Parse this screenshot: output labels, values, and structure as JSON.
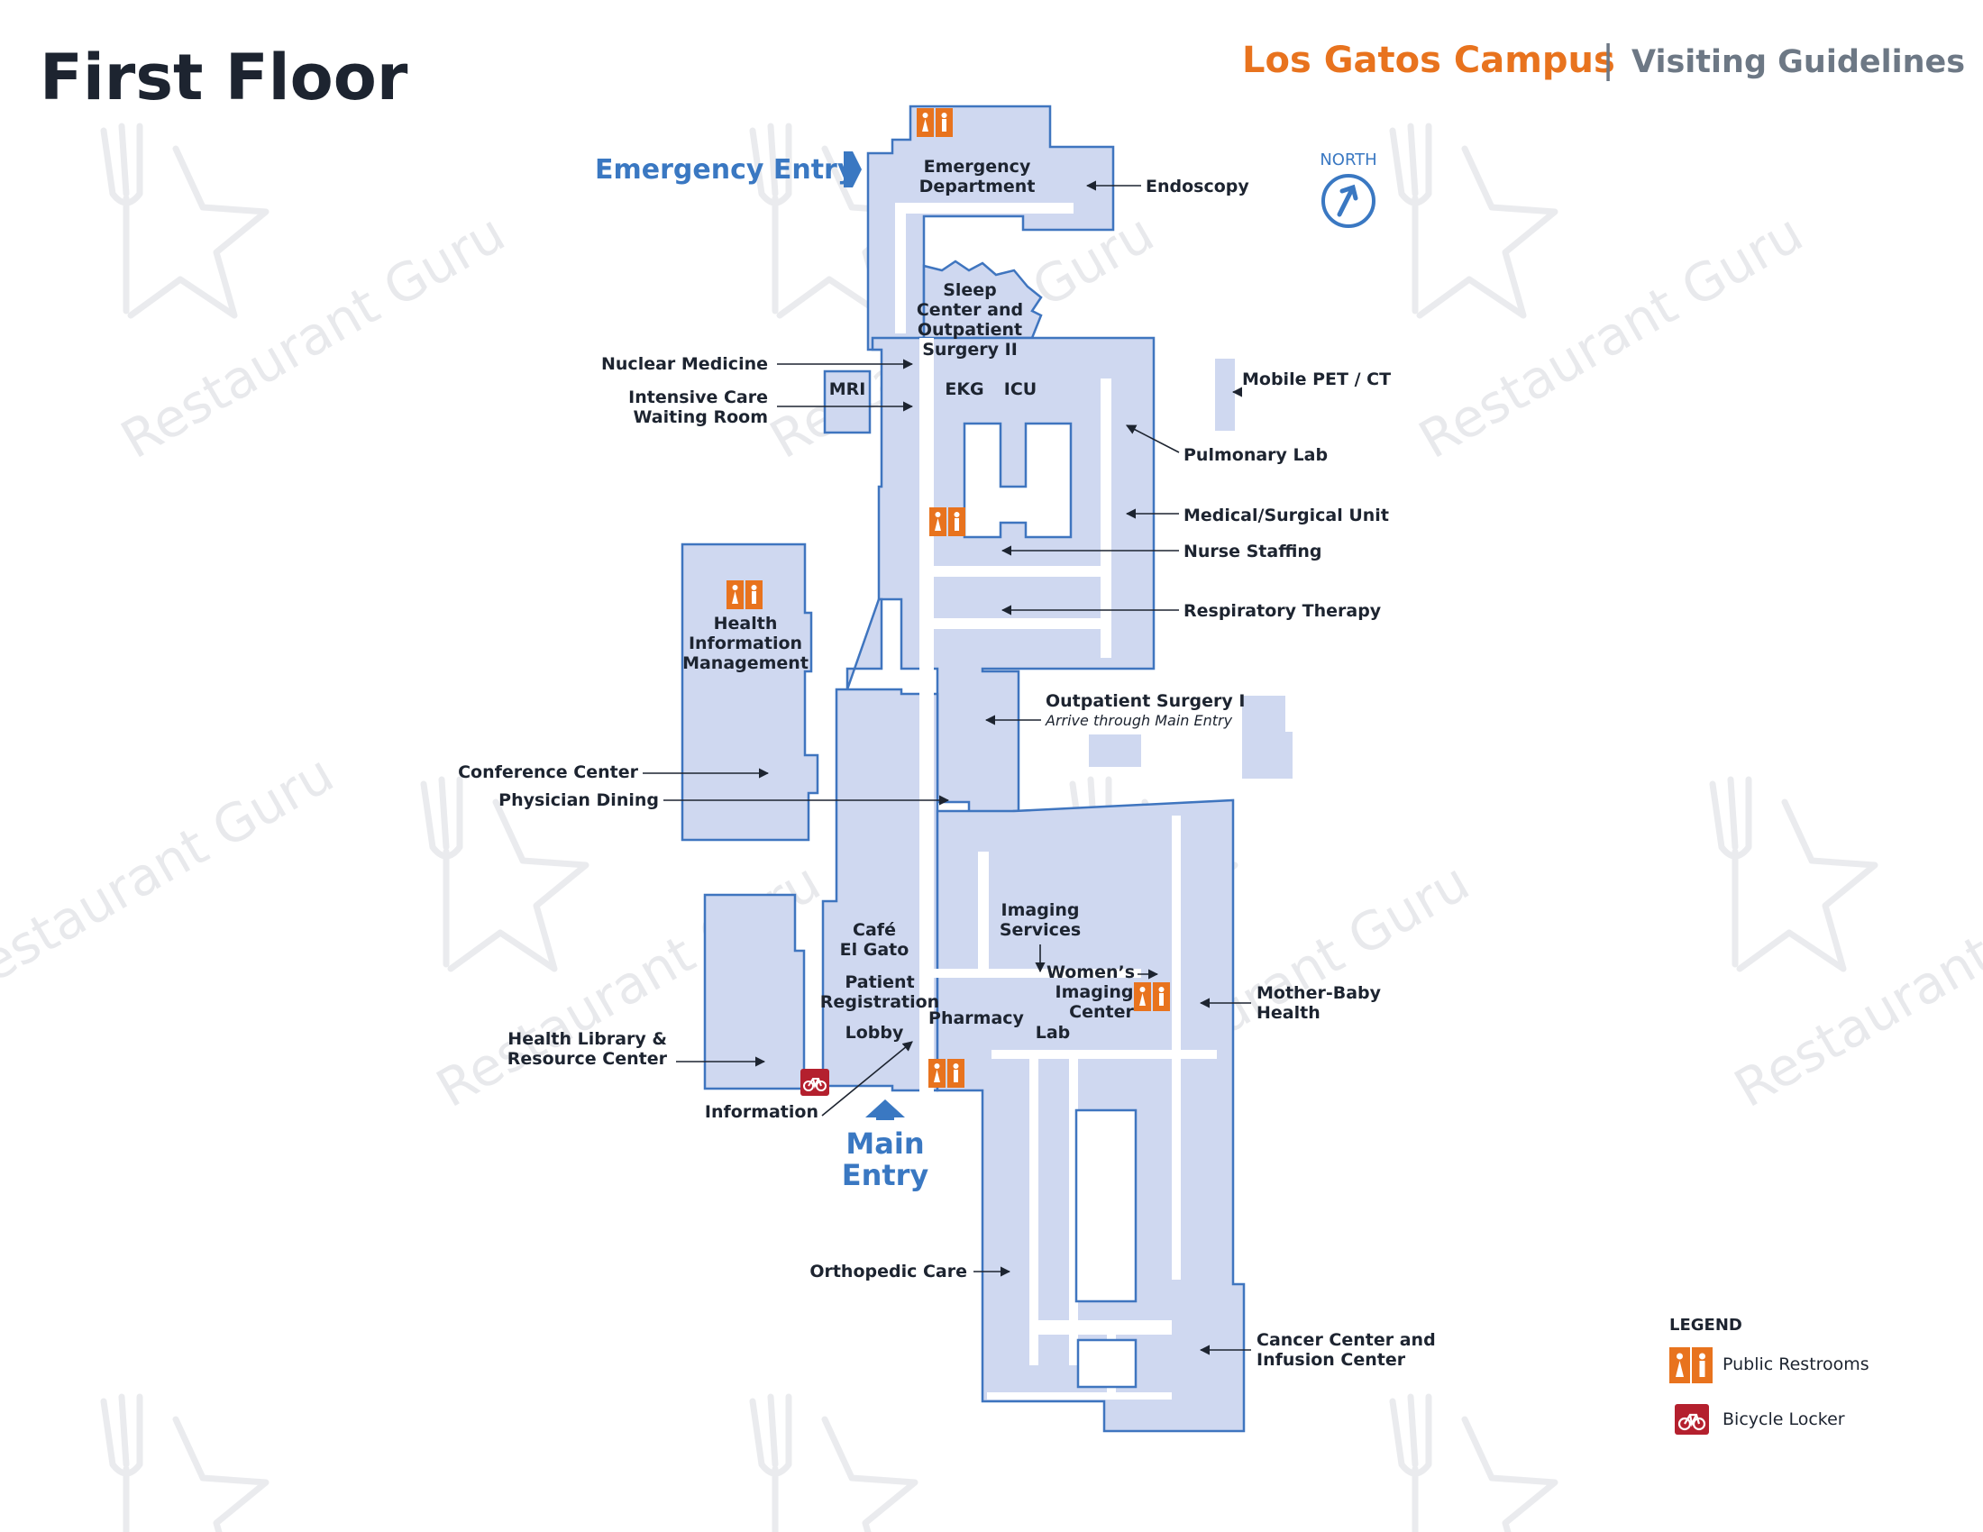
{
  "header": {
    "floor_title": "First Floor",
    "campus": "Los Gatos Campus",
    "separator": "|",
    "guidelines": "Visiting Guidelines"
  },
  "compass": {
    "label": "NORTH"
  },
  "entries": {
    "emergency": "Emergency Entry",
    "main_line1": "Main",
    "main_line2": "Entry"
  },
  "interior_labels": {
    "emergency_dept_1": "Emergency",
    "emergency_dept_2": "Department",
    "sleep_1": "Sleep",
    "sleep_2": "Center and",
    "sleep_3": "Outpatient",
    "sleep_4": "Surgery II",
    "mri": "MRI",
    "ekg": "EKG",
    "icu": "ICU",
    "him_1": "Health",
    "him_2": "Information",
    "him_3": "Management",
    "cafe_1": "Café",
    "cafe_2": "El Gato",
    "reg_1": "Patient",
    "reg_2": "Registration",
    "lobby": "Lobby",
    "pharmacy": "Pharmacy",
    "imaging_1": "Imaging",
    "imaging_2": "Services",
    "womens_1": "Women’s",
    "womens_2": "Imaging",
    "womens_3": "Center",
    "lab": "Lab"
  },
  "callouts": {
    "endoscopy": "Endoscopy",
    "nuclear_medicine": "Nuclear Medicine",
    "icu_waiting_1": "Intensive Care",
    "icu_waiting_2": "Waiting Room",
    "mobile_pet": "Mobile PET / CT",
    "pulmonary_lab": "Pulmonary Lab",
    "med_surg": "Medical/Surgical Unit",
    "nurse_staffing": "Nurse Staffing",
    "respiratory": "Respiratory Therapy",
    "outpatient_1": "Outpatient Surgery I",
    "outpatient_2": "Arrive through Main Entry",
    "conference": "Conference Center",
    "physician_dining": "Physician Dining",
    "health_library_1": "Health Library &",
    "health_library_2": "Resource Center",
    "information": "Information",
    "mother_baby_1": "Mother-Baby",
    "mother_baby_2": "Health",
    "orthopedic": "Orthopedic Care",
    "cancer_1": "Cancer Center and",
    "cancer_2": "Infusion Center"
  },
  "legend": {
    "title": "LEGEND",
    "restrooms": "Public Restrooms",
    "bicycle": "Bicycle Locker"
  },
  "watermark": {
    "text": "Restaurant Guru"
  },
  "colors": {
    "building_fill": "#cfd8f0",
    "building_outline": "#3f75bf",
    "accent_orange": "#e8731e",
    "entry_blue": "#3a78c2",
    "restroom_orange": "#e8731e",
    "bicycle_red": "#b4202e",
    "text_dark": "#1d2430",
    "subtitle_gray": "#6d7885"
  },
  "icons": [
    "restroom-icon",
    "bicycle-locker-icon",
    "north-arrow-icon",
    "entry-arrow-icon"
  ]
}
